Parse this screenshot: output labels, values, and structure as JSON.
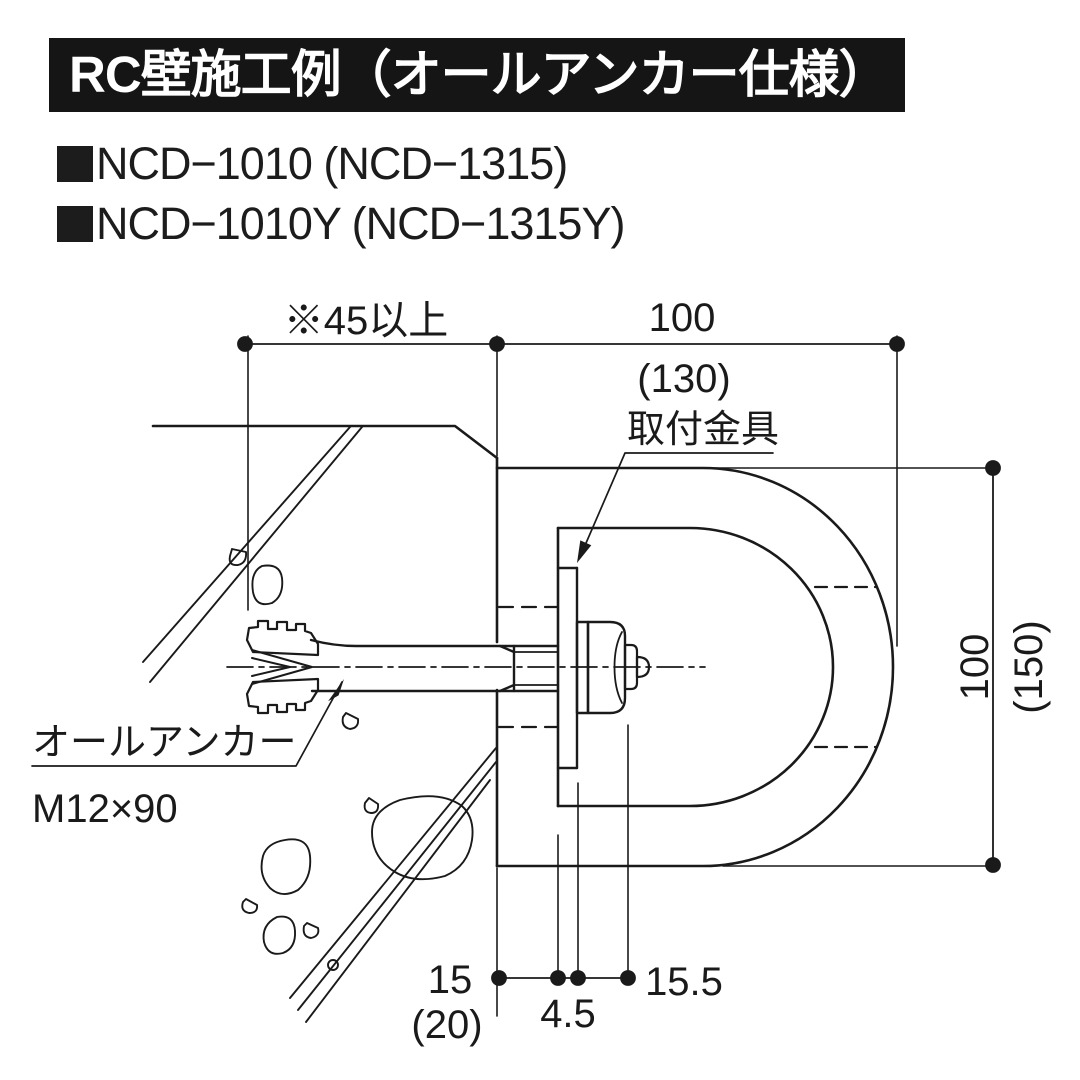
{
  "header": {
    "title": "RC壁施工例（オールアンカー仕様）"
  },
  "models": [
    {
      "label": "NCD−1010 (NCD−1315)"
    },
    {
      "label": "NCD−1010Y (NCD−1315Y)"
    }
  ],
  "dimensions": {
    "top_left": "※45以上",
    "top_width": "100",
    "top_width_alt": "(130)",
    "right_height": "100",
    "right_height_alt": "(150)",
    "bottom_base": "15",
    "bottom_base_alt": "(20)",
    "bottom_plate": "4.5",
    "bottom_nut": "15.5"
  },
  "callouts": {
    "bracket": "取付金具",
    "anchor": "オールアンカー",
    "anchor_spec": "M12×90"
  },
  "colors": {
    "line": "#1a1a1a",
    "title_bg": "#151515",
    "title_fg": "#ffffff"
  }
}
